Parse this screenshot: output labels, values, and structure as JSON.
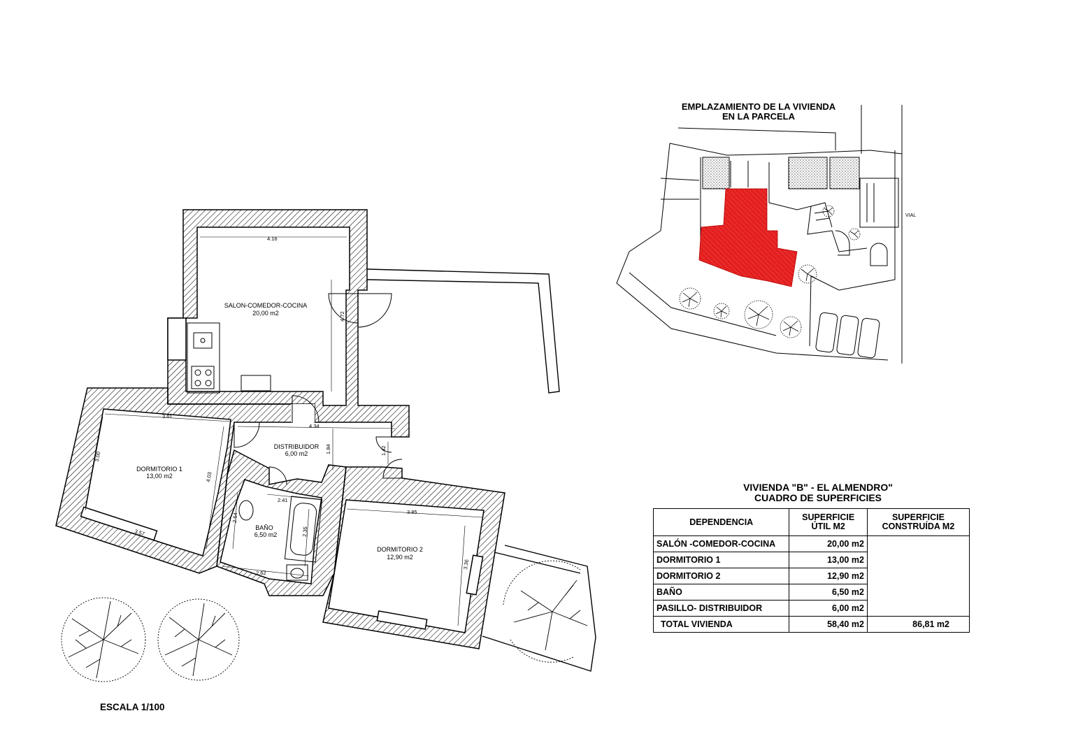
{
  "site": {
    "title_line1": "EMPLAZAMIENTO DE LA VIVIENDA",
    "title_line2": "EN LA PARCELA",
    "road_label": "VIAL"
  },
  "plan": {
    "rooms": [
      {
        "key": "salon",
        "name": "SALON-COMEDOR-COCINA",
        "area": "20,00 m2"
      },
      {
        "key": "distribuidor",
        "name": "DISTRIBUIDOR",
        "area": "6,00 m2"
      },
      {
        "key": "dormitorio1",
        "name": "DORMITORIO 1",
        "area": "13,00 m2"
      },
      {
        "key": "bano",
        "name": "BAÑO",
        "area": "6,50 m2"
      },
      {
        "key": "dormitorio2",
        "name": "DORMITORIO 2",
        "area": "12,90 m2"
      }
    ],
    "dimensions": [
      "4.16",
      "4.72",
      "3.61",
      "3.00",
      "4.03",
      "3.57",
      "4.34",
      "1.84",
      "1.42",
      "2.41",
      "2.54",
      "2.35",
      "2.62",
      "3.85",
      "3.36"
    ]
  },
  "table": {
    "title_line1": "VIVIENDA \"B\"  - EL ALMENDRO\"",
    "title_line2": "CUADRO DE SUPERFICIES",
    "headers": [
      "DEPENDENCIA",
      "SUPERFICIE ÚTIL M2",
      "SUPERFICIE CONSTRUÍDA M2"
    ],
    "header_util_line1": "SUPERFICIE",
    "header_util_line2": "ÚTIL M2",
    "header_const_line1": "SUPERFICIE",
    "header_const_line2": "CONSTRUÍDA M2",
    "rows": [
      {
        "dependencia": "SALÓN -COMEDOR-COCINA",
        "util": "20,00 m2"
      },
      {
        "dependencia": "DORMITORIO 1",
        "util": "13,00 m2"
      },
      {
        "dependencia": "DORMITORIO 2",
        "util": "12,90 m2"
      },
      {
        "dependencia": "BAÑO",
        "util": "6,50 m2"
      },
      {
        "dependencia": "PASILLO- DISTRIBUIDOR",
        "util": "6,00 m2"
      }
    ],
    "total": {
      "dependencia": "TOTAL VIVIENDA",
      "util": "58,40 m2",
      "construida": "86,81 m2"
    }
  },
  "scale": "ESCALA 1/100",
  "colors": {
    "highlight": "#e41e1e",
    "ink": "#000000"
  }
}
